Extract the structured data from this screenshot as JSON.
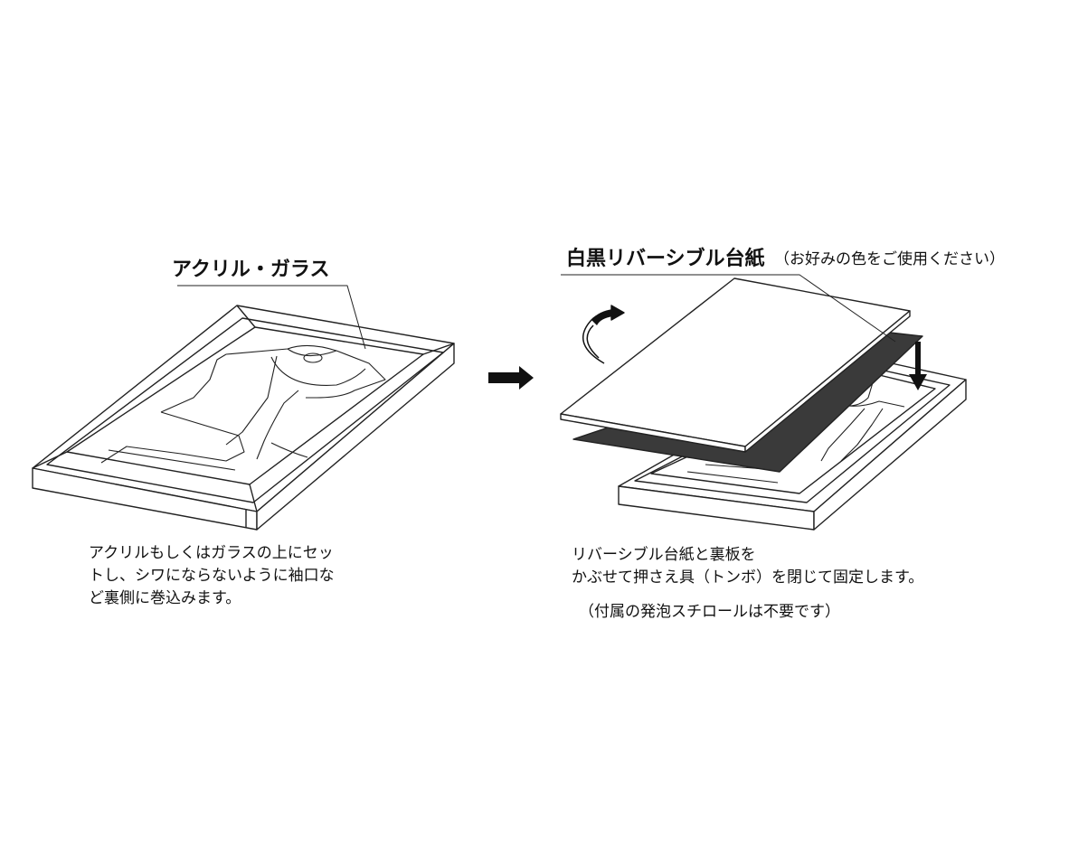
{
  "left_panel": {
    "material_label": "アクリル・ガラス",
    "caption_lines": [
      "アクリルもしくはガラスの上にセッ",
      "トし、シワにならないように袖口な",
      "ど裏側に巻込みます。"
    ]
  },
  "right_panel": {
    "board_label": "白黒リバーシブル台紙",
    "board_note": "（お好みの色をご使用ください）",
    "caption_lines": [
      "リバーシブル台紙と裏板を",
      "かぶせて押さえ具（トンボ）を閉じて固定します。"
    ],
    "footnote": "（付属の発泡スチロールは不要です）"
  },
  "colors": {
    "line": "#222222",
    "dark_board": "#3a3a3a",
    "background": "#ffffff"
  },
  "icons": [
    "right-arrow-icon",
    "flip-arrow-icon",
    "down-arrow-icon"
  ]
}
